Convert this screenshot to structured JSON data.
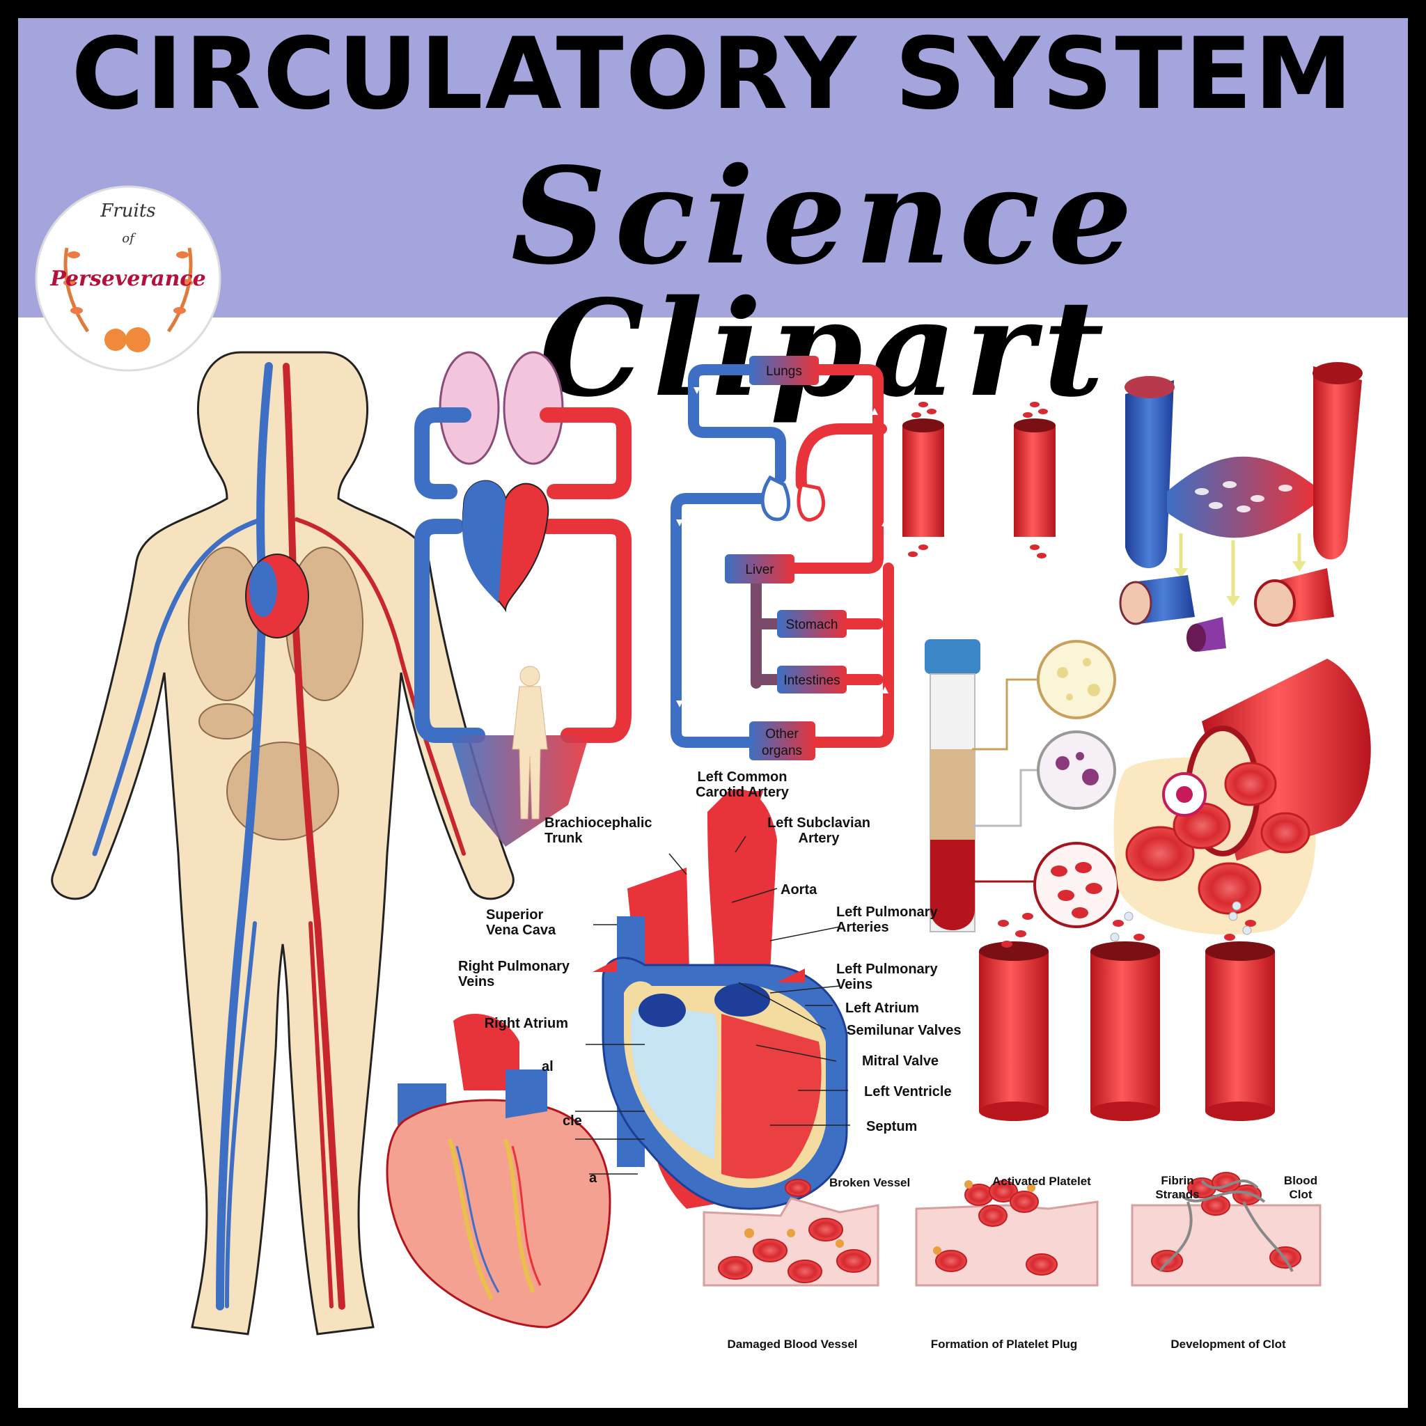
{
  "header": {
    "title": "CIRCULATORY SYSTEM",
    "subtitle": "Science Clipart"
  },
  "logo": {
    "line1": "Fruits",
    "line2": "of",
    "line3": "Perseverance"
  },
  "flow_diagram": {
    "lungs": "Lungs",
    "liver": "Liver",
    "stomach": "Stomach",
    "intestines": "Intestines",
    "other1": "Other",
    "other2": "organs"
  },
  "heart_labels": {
    "left_common_carotid_1": "Left Common",
    "left_common_carotid_2": "Carotid Artery",
    "brachiocephalic_1": "Brachiocephalic",
    "brachiocephalic_2": "Trunk",
    "left_subclavian_1": "Left Subclavian",
    "left_subclavian_2": "Artery",
    "aorta": "Aorta",
    "superior_vena_cava_1": "Superior",
    "superior_vena_cava_2": "Vena Cava",
    "left_pulmonary_arteries_1": "Left Pulmonary",
    "left_pulmonary_arteries_2": "Arteries",
    "right_pulmonary_veins_1": "Right  Pulmonary",
    "right_pulmonary_veins_2": "Veins",
    "left_pulmonary_veins_1": "Left Pulmonary",
    "left_pulmonary_veins_2": "Veins",
    "right_atrium": "Right Atrium",
    "left_atrium": "Left Atrium",
    "semilunar_valves": "Semilunar Valves",
    "mitral_valve": "Mitral Valve",
    "left_ventricle": "Left Ventricle",
    "septum": "Septum",
    "tricuspid_partial": "al",
    "right_ventricle_partial": "cle",
    "inferior_vena_cava_partial": "a"
  },
  "clot_labels": {
    "broken_vessel": "Broken Vessel",
    "activated_platelet": "Activated Platelet",
    "fibrin_1": "Fibrin",
    "fibrin_2": "Strands",
    "blood_clot_1": "Blood",
    "blood_clot_2": "Clot",
    "damaged": "Damaged Blood Vessel",
    "formation": "Formation of Platelet Plug",
    "development": "Development of Clot"
  },
  "colors": {
    "band": "#a4a5dc",
    "artery": "#e8333a",
    "vein": "#3d6fc4",
    "skin": "#f6e2bf",
    "plasma": "#d8b88a"
  }
}
